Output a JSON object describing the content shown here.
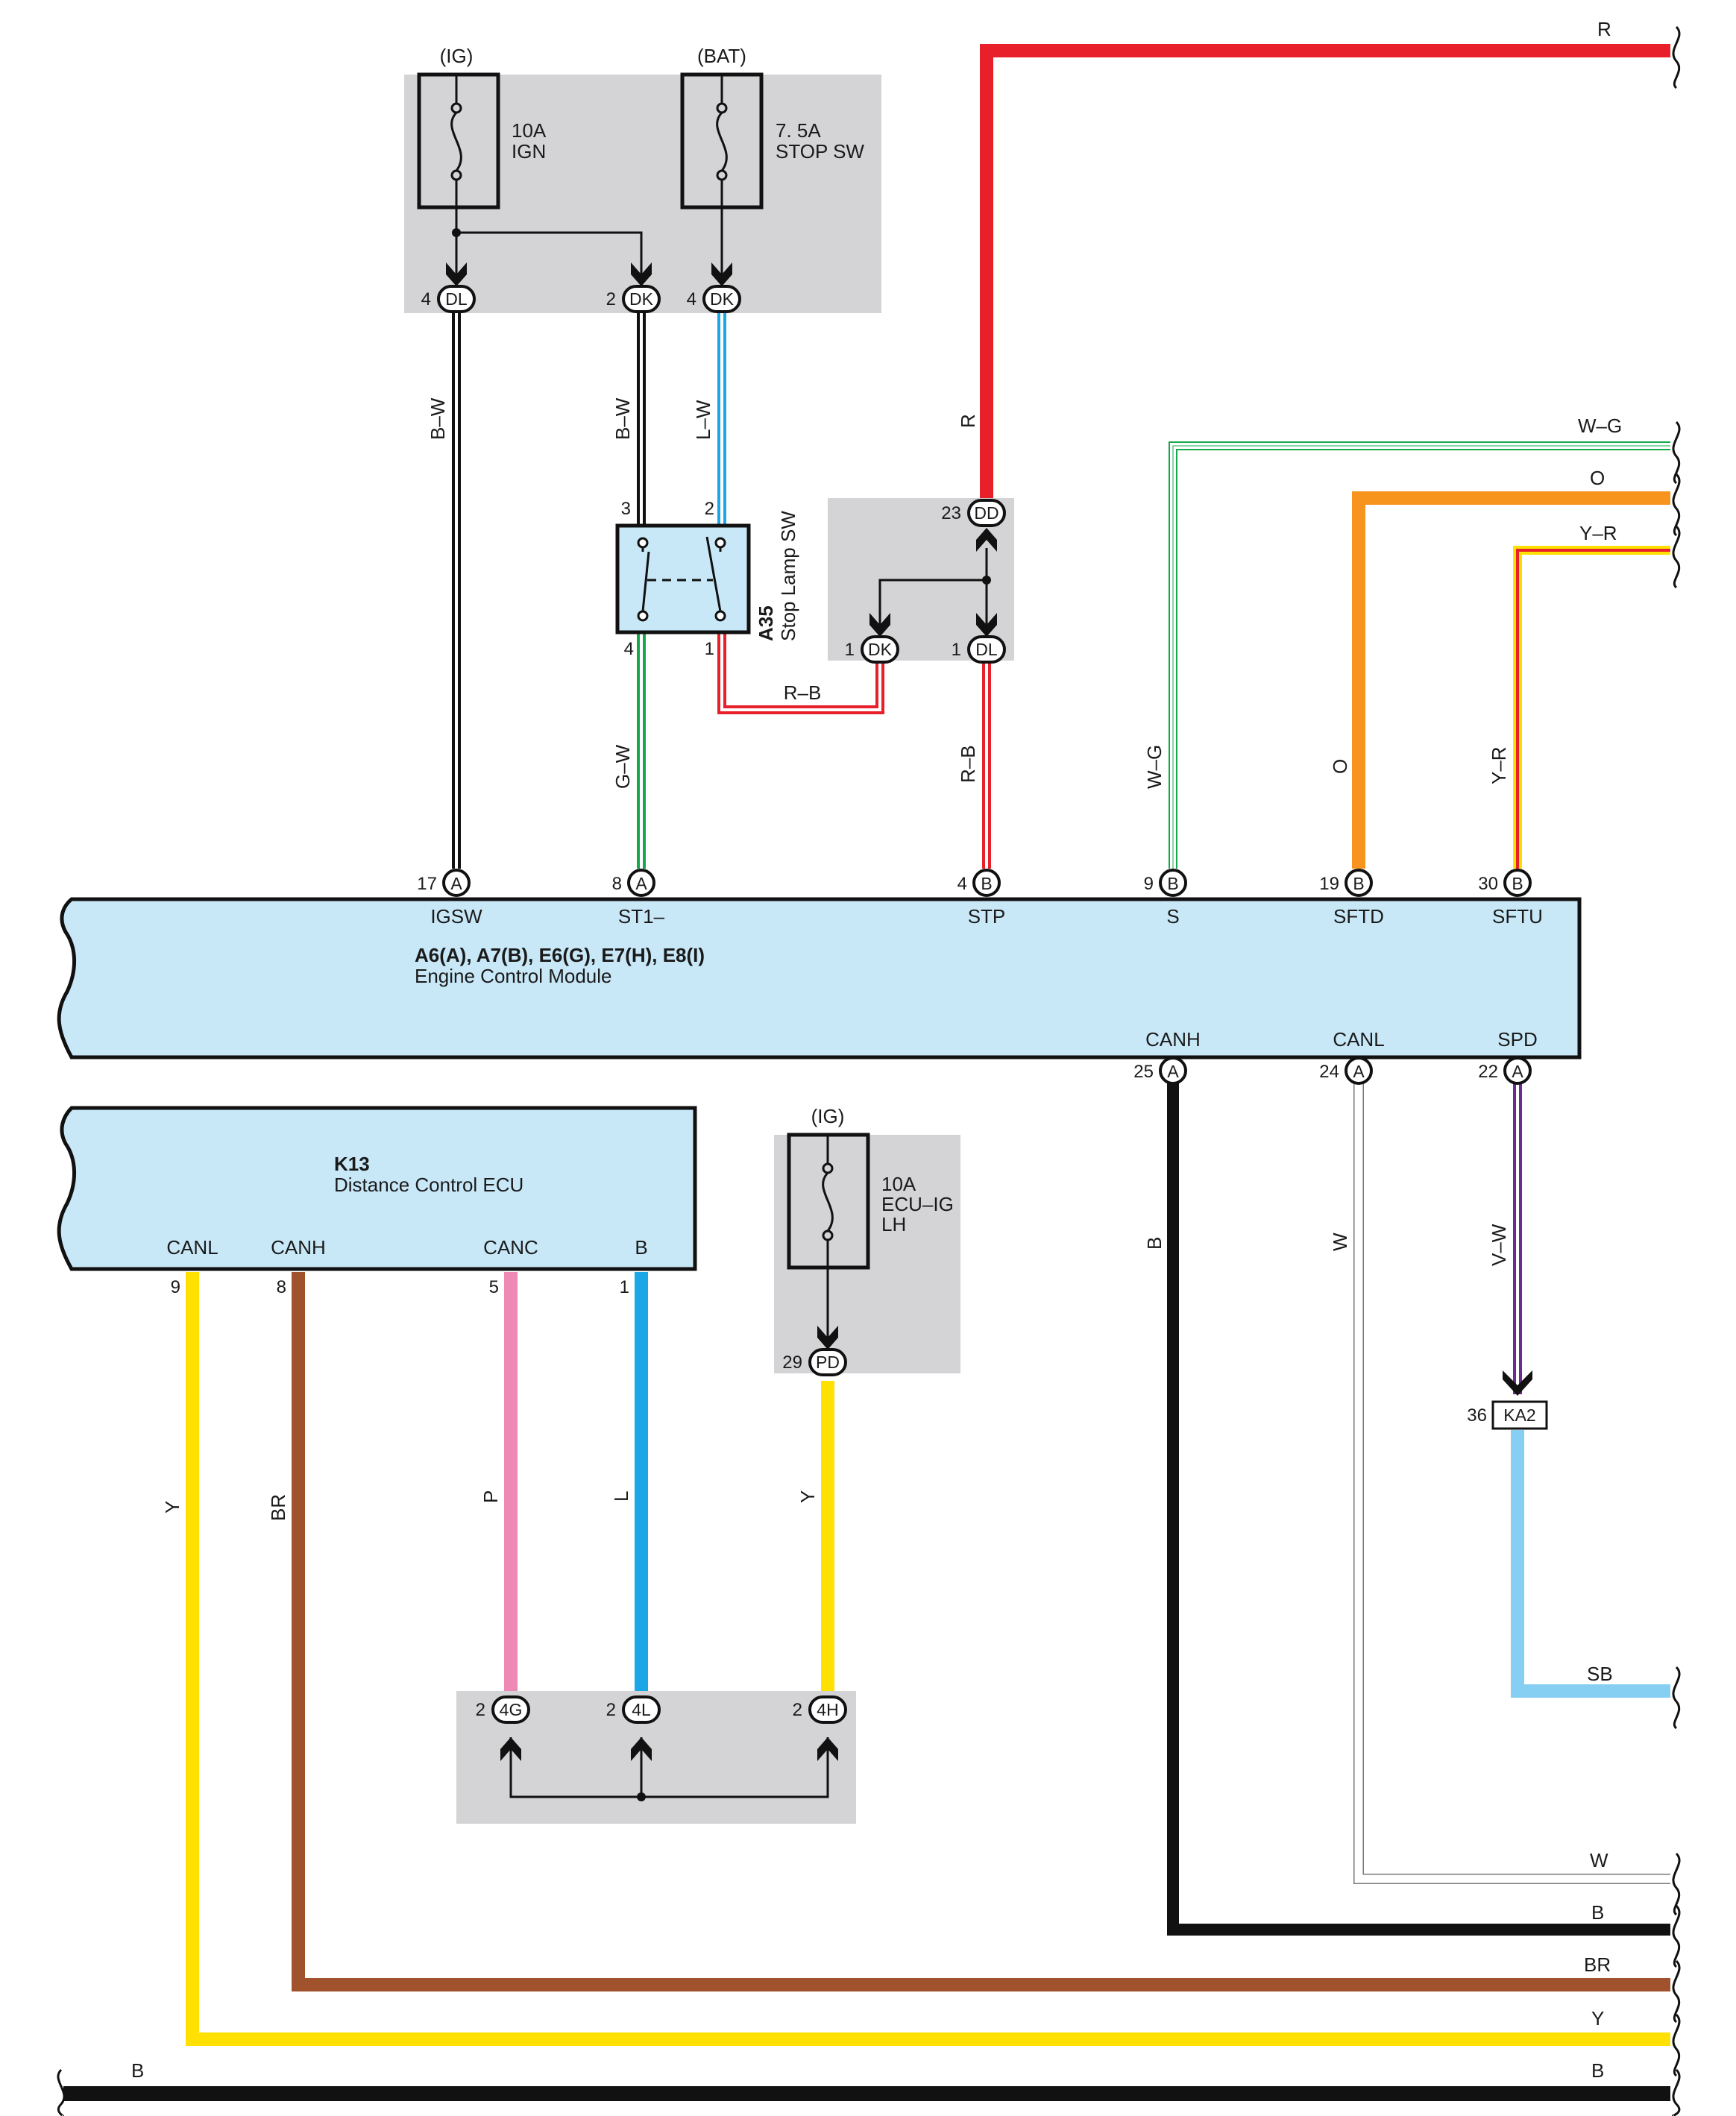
{
  "colors": {
    "R": "#e8202a",
    "B": "#111111",
    "BR": "#a0522d",
    "Y": "#ffe000",
    "L": "#1aa7e8",
    "SB": "#87cff2",
    "P": "#ee88b4",
    "G": "#17a84b",
    "O": "#f7941d",
    "V": "#6a2c91",
    "W": "#ffffff",
    "GREY": "#d4d4d6",
    "ECU": "#c8e8f8"
  },
  "fuses": {
    "ign": {
      "source": "(IG)",
      "line1": "10A",
      "line2": "IGN",
      "line3": ""
    },
    "stop": {
      "source": "(BAT)",
      "line1": "7. 5A",
      "line2": "STOP SW",
      "line3": ""
    },
    "ecuig": {
      "source": "(IG)",
      "line1": "10A",
      "line2": "ECU–IG",
      "line3": "LH"
    }
  },
  "connectors": {
    "dl_fuse": {
      "id": "DL",
      "pin": "4"
    },
    "dk_fuse1": {
      "id": "DK",
      "pin": "2"
    },
    "dk_fuse2": {
      "id": "DK",
      "pin": "4"
    },
    "dd": {
      "id": "DD",
      "pin": "23"
    },
    "dk_j": {
      "id": "DK",
      "pin": "1"
    },
    "dl_j": {
      "id": "DL",
      "pin": "1"
    },
    "pd": {
      "id": "PD",
      "pin": "29"
    },
    "ka2": {
      "id": "KA2",
      "pin": "36"
    },
    "j4g": {
      "id": "4G",
      "pin": "2"
    },
    "j4l": {
      "id": "4L",
      "pin": "2"
    },
    "j4h": {
      "id": "4H",
      "pin": "2"
    }
  },
  "stop_switch": {
    "code": "A35",
    "name": "Stop Lamp SW",
    "pins": [
      "3",
      "2",
      "4",
      "1"
    ]
  },
  "ecm": {
    "code": "A6(A), A7(B), E6(G), E7(H), E8(I)",
    "name": "Engine Control Module",
    "top_pins": [
      {
        "pin": "17",
        "conn": "A",
        "name": "IGSW"
      },
      {
        "pin": "8",
        "conn": "A",
        "name": "ST1–"
      },
      {
        "pin": "4",
        "conn": "B",
        "name": "STP"
      },
      {
        "pin": "9",
        "conn": "B",
        "name": "S"
      },
      {
        "pin": "19",
        "conn": "B",
        "name": "SFTD"
      },
      {
        "pin": "30",
        "conn": "B",
        "name": "SFTU"
      }
    ],
    "bottom_pins": [
      {
        "pin": "25",
        "conn": "A",
        "name": "CANH"
      },
      {
        "pin": "24",
        "conn": "A",
        "name": "CANL"
      },
      {
        "pin": "22",
        "conn": "A",
        "name": "SPD"
      }
    ]
  },
  "dcu": {
    "code": "K13",
    "name": "Distance Control ECU",
    "pins": [
      {
        "pin": "9",
        "name": "CANL"
      },
      {
        "pin": "8",
        "name": "CANH"
      },
      {
        "pin": "5",
        "name": "CANC"
      },
      {
        "pin": "1",
        "name": "B"
      }
    ]
  },
  "wires": {
    "igsw": "B–W",
    "st1": "B–W",
    "stp_in": "L–W",
    "sw_out": "G–W",
    "rb_h": "R–B",
    "rb_v": "R–B",
    "r_v": "R",
    "wg_v": "W–G",
    "o_v": "O",
    "yr_v": "Y–R",
    "canh_ecm": "B",
    "canl_ecm": "W",
    "spd": "V–W",
    "dcu_canl": "Y",
    "dcu_canh": "BR",
    "canc": "P",
    "dcu_b": "L",
    "pd": "Y"
  },
  "edge_labels": {
    "r": "R",
    "wg": "W–G",
    "o": "O",
    "yr": "Y–R",
    "sb": "SB",
    "w": "W",
    "b1": "B",
    "br": "BR",
    "y": "Y",
    "b2": "B",
    "b_left": "B"
  }
}
